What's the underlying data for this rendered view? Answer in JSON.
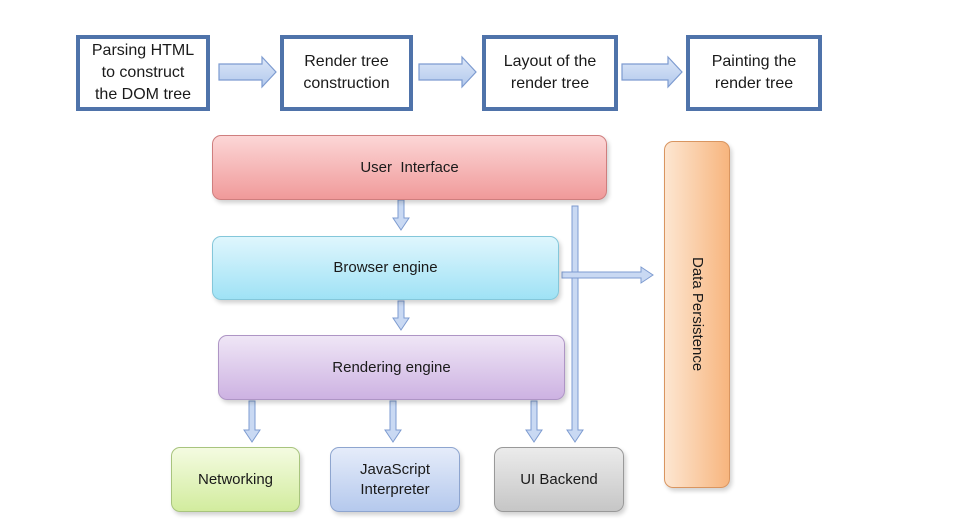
{
  "pipeline": {
    "steps": [
      {
        "label": "Parsing HTML\nto construct\nthe DOM tree"
      },
      {
        "label": "Render tree\nconstruction"
      },
      {
        "label": "Layout of the\nrender tree"
      },
      {
        "label": "Painting the\nrender tree"
      }
    ]
  },
  "architecture": {
    "user_interface": "User  Interface",
    "browser_engine": "Browser engine",
    "rendering_engine": "Rendering engine",
    "networking": "Networking",
    "javascript_interpreter": "JavaScript\nInterpreter",
    "ui_backend": "UI Backend",
    "data_persistence": "Data Persistence"
  },
  "colors": {
    "step_border": "#4f73aa",
    "arrow_fill": "#c9d9f3",
    "arrow_stroke": "#7d9bd0"
  }
}
